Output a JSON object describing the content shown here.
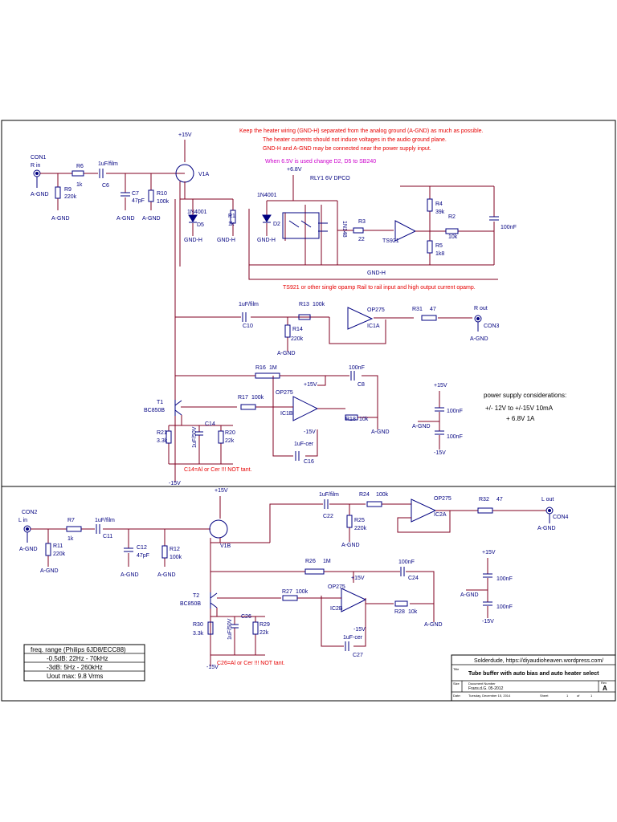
{
  "notes": {
    "heater_1": "Keep the heater wiring (GND-H) separated from the analog ground (A-GND) as much as possible.",
    "heater_2": "The heater currents should not induce voltages in the audio ground plane.",
    "heater_3": "GND-H and A-GND may be connected near the power supply input.",
    "supply_65": "When 6.5V is used change D2, D5 to SB240",
    "opamp": "TS921 or other single opamp Rail to rail input and high output current opamp.",
    "c14": "C14=Al or Cer !!! NOT tant.",
    "c26": "C26=Al or Cer !!! NOT tant."
  },
  "power": {
    "title": "power supply considerations:",
    "line1": "+/- 12V to +/-15V  10mA",
    "line2": "+ 6.8V 1A"
  },
  "freq_box": {
    "title": "freq. range (Philips 6JD8/ECC88)",
    "line1": "-0.5dB: 22Hz - 70kHz",
    "line2": "-3dB: 5Hz - 260kHz",
    "line3": "Uout max: 9.8 Vrms"
  },
  "title_block": {
    "company": "Solderdude, https://diyaudioheaven.wordpress.com/",
    "title_label": "Title",
    "title": "Tube buffer with auto bias and auto heater select",
    "size_label": "Size",
    "docnum_label": "Document Number",
    "docnum": "Frans.d.G. 05-2012",
    "rev_label": "Rev",
    "rev": "A",
    "date_label": "Date:",
    "date": "Tuesday, December 15, 2014",
    "sheet_label": "Sheet",
    "sheet": "1",
    "of_label": "of",
    "of": "1"
  },
  "labels": {
    "con1": "CON1",
    "rin": "R in",
    "con2": "CON2",
    "lin": "L in",
    "con3": "CON3",
    "rout": "R out",
    "con4": "CON4",
    "lout": "L out",
    "agnd": "A-GND",
    "gndh": "GND-H",
    "p15": "+15V",
    "m15": "-15V",
    "p68": "+6.8V",
    "r6": "R6",
    "r6v": "1k",
    "c6": "C6",
    "c6v": "1uF/film",
    "r9": "R9",
    "r9v": "220k",
    "c7": "C7",
    "c7v": "47pF",
    "r10": "R10",
    "r10v": "100k",
    "v1a": "V1A",
    "d5": "D5",
    "d5v": "1N4001",
    "r1": "R1",
    "r1v": "1k",
    "d2": "D2",
    "d2v": "1N4001",
    "rly1": "RLY1",
    "rly1v": "6V DPCO",
    "d1n148": "1N148",
    "r3": "R3",
    "r3v": "22",
    "ts921": "TS921",
    "r4": "R4",
    "r4v": "39k",
    "r2": "R2",
    "r2v": "10k",
    "r5": "R5",
    "r5v": "1k8",
    "c100n": "100nF",
    "c10": "C10",
    "c10v": "1uF/film",
    "r13": "R13",
    "r13v": "100k",
    "r14": "R14",
    "r14v": "220k",
    "op275": "OP275",
    "ic1a": "IC1A",
    "r31": "R31",
    "r31v": "47",
    "r16": "R16",
    "r16v": "1M",
    "c8": "C8",
    "c8v": "100nF",
    "t1": "T1",
    "t1v": "BC850B",
    "r17": "R17",
    "r17v": "100k",
    "ic1b": "IC1B",
    "r18": "R18",
    "r18v": "10k",
    "r21": "R21",
    "r21v": "3.3k",
    "c14": "C14",
    "c14v": "1uF/50V",
    "r20": "R20",
    "r20v": "22k",
    "c16": "C16",
    "c16v": "1uF-cer",
    "r7": "R7",
    "r7v": "1k",
    "c11": "C11",
    "c11v": "1uF/film",
    "r11": "R11",
    "r11v": "220k",
    "c12": "C12",
    "c12v": "47pF",
    "r12": "R12",
    "r12v": "100k",
    "v1b": "V1B",
    "c22": "C22",
    "c22v": "1uF/film",
    "r24": "R24",
    "r24v": "100k",
    "r25": "R25",
    "r25v": "220k",
    "ic2a": "IC2A",
    "r32": "R32",
    "r32v": "47",
    "r26": "R26",
    "r26v": "1M",
    "c24": "C24",
    "c24v": "100nF",
    "t2": "T2",
    "t2v": "BC850B",
    "r27": "R27",
    "r27v": "100k",
    "ic2b": "IC2B",
    "r28": "R28",
    "r28v": "10k",
    "r30": "R30",
    "r30v": "3.3k",
    "c26": "C26",
    "c26v": "1uF/50V",
    "r29": "R29",
    "r29v": "22k",
    "c27": "C27",
    "c27v": "1uF-cer"
  },
  "colors": {
    "wire": "#800020",
    "symbol": "#000080",
    "note": "#e60000",
    "magenta": "#cc00cc"
  }
}
